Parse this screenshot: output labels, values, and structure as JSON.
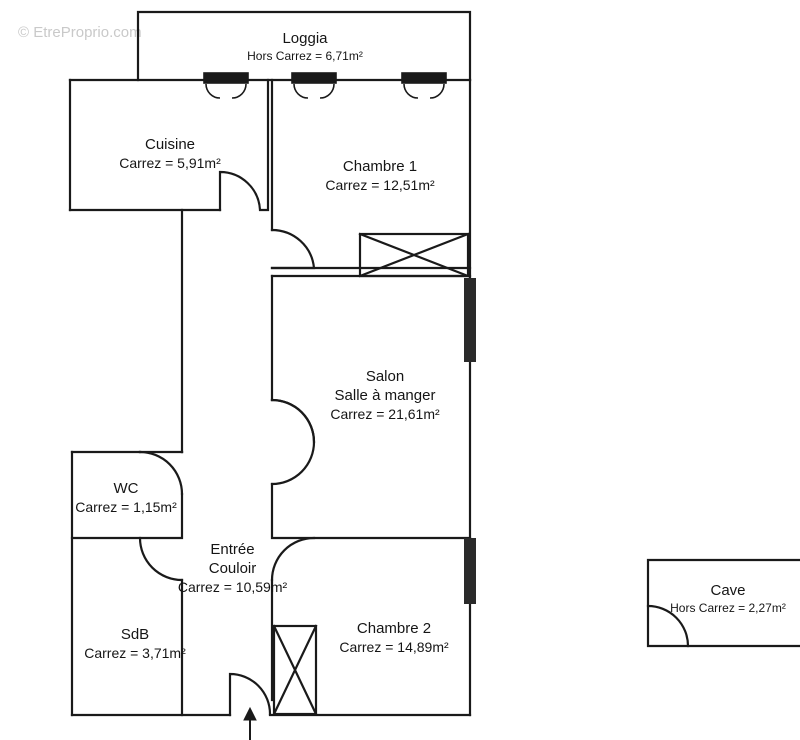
{
  "watermark": "© EtreProprio.com",
  "rooms": {
    "loggia": {
      "name": "Loggia",
      "area": "Hors Carrez = 6,71m²"
    },
    "cuisine": {
      "name": "Cuisine",
      "area": "Carrez = 5,91m²"
    },
    "chambre1": {
      "name": "Chambre 1",
      "area": "Carrez = 12,51m²"
    },
    "salon": {
      "name": "Salon",
      "name2": "Salle à manger",
      "area": "Carrez = 21,61m²"
    },
    "wc": {
      "name": "WC",
      "area": "Carrez = 1,15m²"
    },
    "entree": {
      "name": "Entrée",
      "name2": "Couloir",
      "area": "Carrez = 10,59m²"
    },
    "sdb": {
      "name": "SdB",
      "area": "Carrez = 3,71m²"
    },
    "chambre2": {
      "name": "Chambre 2",
      "area": "Carrez = 14,89m²"
    },
    "cave": {
      "name": "Cave",
      "area": "Hors Carrez = 2,27m²"
    }
  },
  "colors": {
    "wall": "#1a1a1a",
    "background": "#ffffff",
    "watermark": "#c9c9c9"
  }
}
